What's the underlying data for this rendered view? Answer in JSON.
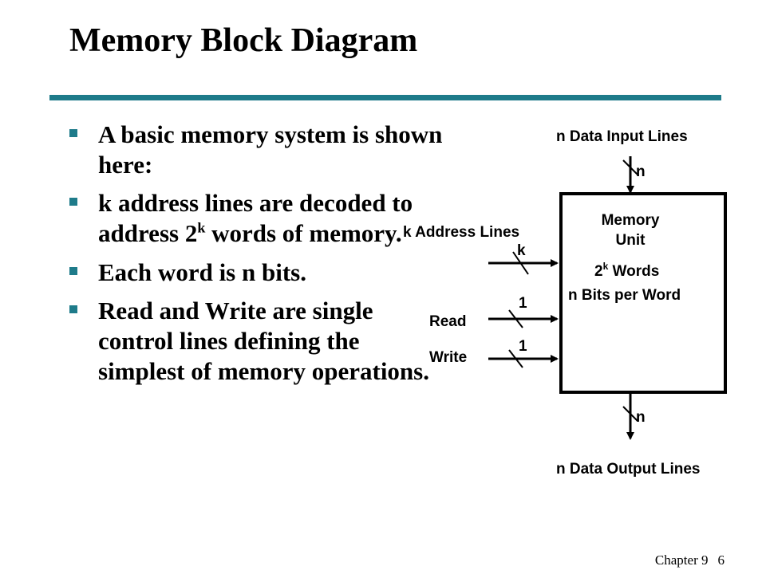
{
  "slide": {
    "title": "Memory Block Diagram",
    "bullets": [
      {
        "text": "A basic memory system is shown here:"
      },
      {
        "text": "k address lines are decoded to address 2",
        "sup": "k",
        "after": " words of memory."
      },
      {
        "text": "Each word is n bits."
      },
      {
        "text": "Read and Write are single control lines defining the simplest of memory operations."
      }
    ],
    "footer": {
      "chapter": "Chapter 9",
      "page": "6"
    }
  },
  "diagram": {
    "input_label": "n Data Input Lines",
    "input_width": "n",
    "address_label": "k Address Lines",
    "address_width": "k",
    "read_label": "Read",
    "read_width": "1",
    "write_label": "Write",
    "write_width": "1",
    "unit_line1": "Memory",
    "unit_line2": "Unit",
    "words_base": "2",
    "words_exp": "k",
    "words_suffix": " Words",
    "bits_label": "n Bits per Word",
    "output_width": "n",
    "output_label": "n Data Output Lines",
    "accent_color": "#1e7b8a"
  }
}
